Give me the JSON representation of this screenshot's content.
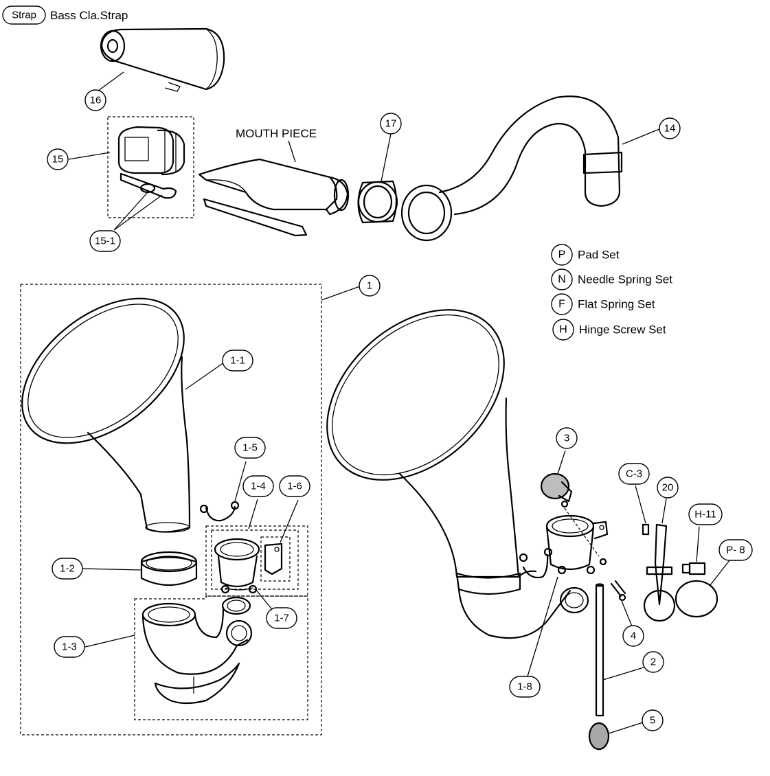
{
  "header": {
    "badge": "Strap",
    "caption": "Bass Cla.Strap"
  },
  "mouthpiece_label": "MOUTH PIECE",
  "callouts": {
    "c16": "16",
    "c15": "15",
    "c15_1": "15-1",
    "c17": "17",
    "c14": "14",
    "c1": "1",
    "c1_1": "1-1",
    "c1_5": "1-5",
    "c1_4": "1-4",
    "c1_6": "1-6",
    "c1_2": "1-2",
    "c1_7": "1-7",
    "c1_3": "1-3",
    "c3": "3",
    "cC3": "C-3",
    "c20": "20",
    "cH11": "H-11",
    "cP8": "P- 8",
    "c4": "4",
    "c2": "2",
    "c1_8": "1-8",
    "c5": "5"
  },
  "legend": [
    {
      "code": "P",
      "text": "Pad Set"
    },
    {
      "code": "N",
      "text": "Needle Spring Set"
    },
    {
      "code": "F",
      "text": "Flat Spring Set"
    },
    {
      "code": "H",
      "text": "Hinge Screw Set"
    }
  ]
}
